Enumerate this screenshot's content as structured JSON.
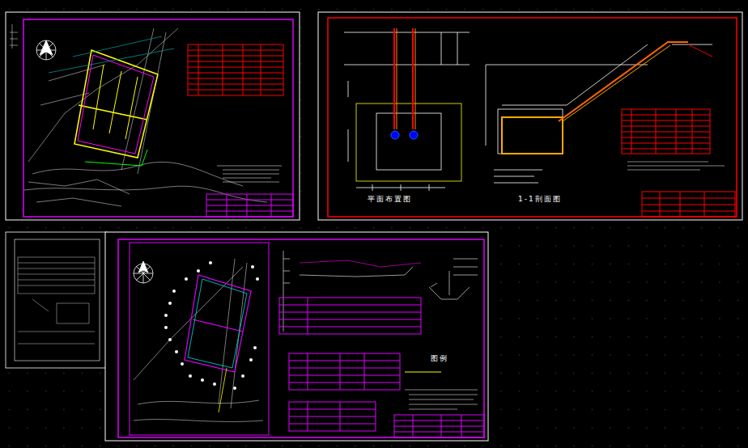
{
  "diagram": {
    "labels": [
      "平面布置图",
      "1-1剖面图",
      "图例"
    ]
  }
}
